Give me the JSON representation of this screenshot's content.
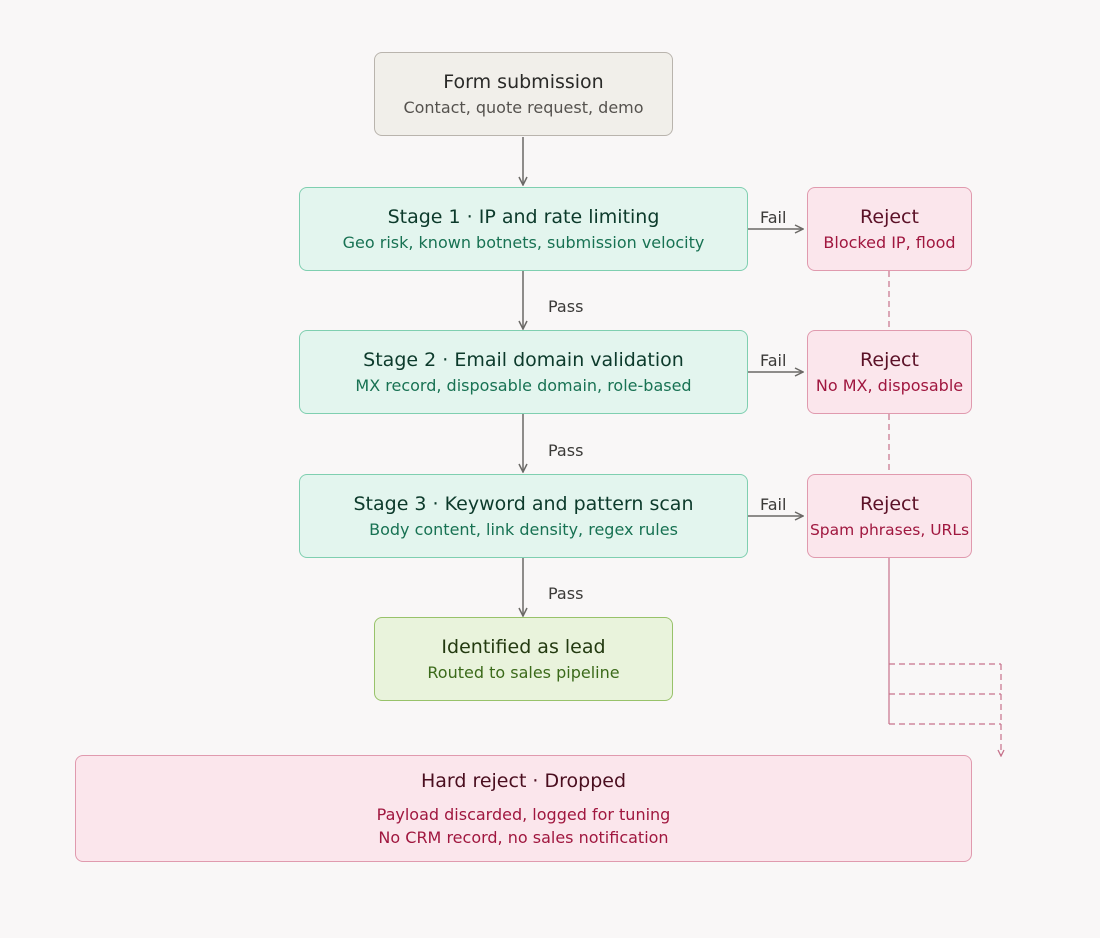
{
  "nodes": {
    "start": {
      "title": "Form submission",
      "sub": "Contact, quote request, demo"
    },
    "stage1": {
      "title": "Stage 1 · IP and rate limiting",
      "sub": "Geo risk, known botnets, submission velocity"
    },
    "stage2": {
      "title": "Stage 2 · Email domain validation",
      "sub": "MX record, disposable domain, role-based"
    },
    "stage3": {
      "title": "Stage 3 · Keyword and pattern scan",
      "sub": "Body content, link density, regex rules"
    },
    "lead": {
      "title": "Identified as lead",
      "sub": "Routed to sales pipeline"
    },
    "reject1": {
      "title": "Reject",
      "sub": "Blocked IP, flood"
    },
    "reject2": {
      "title": "Reject",
      "sub": "No MX, disposable"
    },
    "reject3": {
      "title": "Reject",
      "sub": "Spam phrases, URLs"
    },
    "hard": {
      "title": "Hard reject · Dropped",
      "lines": [
        "Payload discarded, logged for tuning",
        "No CRM record, no sales notification"
      ]
    }
  },
  "edges": {
    "pass": "Pass",
    "fail": "Fail"
  },
  "colors": {
    "stage_fill": "#e3f5ee",
    "stage_border": "#7fcfb0",
    "reject_fill": "#fbe6ec",
    "reject_border": "#e09aae",
    "lead_fill": "#e9f3dc",
    "start_fill": "#f1efea",
    "arrow": "#6b6966",
    "reject_connector": "#c7728b"
  }
}
